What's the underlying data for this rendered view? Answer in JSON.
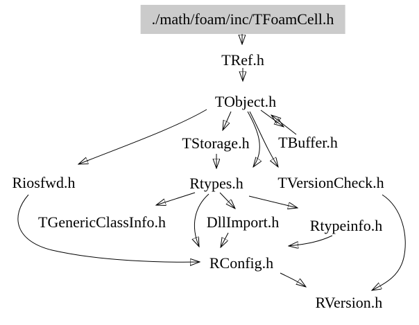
{
  "diagram": {
    "type": "include-dependency-graph",
    "title": "Include dependency graph for TFoamCell.h",
    "colors": {
      "background": "#ffffff",
      "edge": "#000000",
      "text": "#000000",
      "root_highlight": "#cbcbcb"
    },
    "nodes": [
      {
        "label": "./math/foam/inc/TFoamCell.h",
        "highlighted": true
      },
      {
        "label": "TRef.h"
      },
      {
        "label": "TObject.h"
      },
      {
        "label": "TStorage.h"
      },
      {
        "label": "TBuffer.h"
      },
      {
        "label": "Riosfwd.h"
      },
      {
        "label": "Rtypes.h"
      },
      {
        "label": "TVersionCheck.h"
      },
      {
        "label": "TGenericClassInfo.h"
      },
      {
        "label": "DllImport.h"
      },
      {
        "label": "Rtypeinfo.h"
      },
      {
        "label": "RConfig.h"
      },
      {
        "label": "RVersion.h"
      }
    ],
    "edges": [
      {
        "from": "./math/foam/inc/TFoamCell.h",
        "to": "TRef.h"
      },
      {
        "from": "TRef.h",
        "to": "TObject.h"
      },
      {
        "from": "TObject.h",
        "to": "Riosfwd.h"
      },
      {
        "from": "TObject.h",
        "to": "TStorage.h"
      },
      {
        "from": "TObject.h",
        "to": "TBuffer.h"
      },
      {
        "from": "TBuffer.h",
        "to": "TObject.h"
      },
      {
        "from": "TObject.h",
        "to": "Rtypes.h"
      },
      {
        "from": "TObject.h",
        "to": "TVersionCheck.h"
      },
      {
        "from": "TStorage.h",
        "to": "Rtypes.h"
      },
      {
        "from": "Rtypes.h",
        "to": "TGenericClassInfo.h"
      },
      {
        "from": "Rtypes.h",
        "to": "DllImport.h"
      },
      {
        "from": "Rtypes.h",
        "to": "Rtypeinfo.h"
      },
      {
        "from": "Rtypes.h",
        "to": "RConfig.h"
      },
      {
        "from": "Riosfwd.h",
        "to": "RConfig.h"
      },
      {
        "from": "Rtypeinfo.h",
        "to": "RConfig.h"
      },
      {
        "from": "DllImport.h",
        "to": "RConfig.h"
      },
      {
        "from": "RConfig.h",
        "to": "RVersion.h"
      },
      {
        "from": "TVersionCheck.h",
        "to": "RVersion.h"
      }
    ]
  }
}
